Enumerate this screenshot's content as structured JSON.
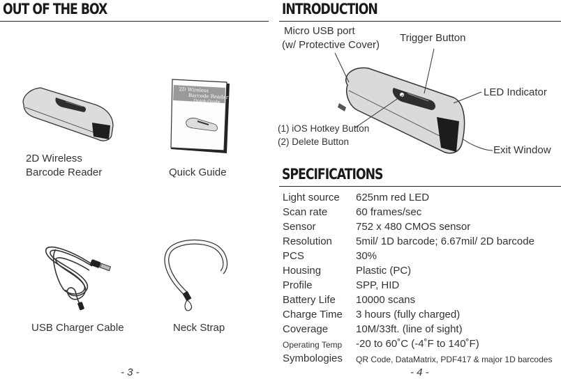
{
  "left": {
    "heading": "OUT OF THE BOX",
    "items": [
      {
        "label_line1": "2D Wireless",
        "label_line2": "Barcode Reader"
      },
      {
        "label": "Quick Guide"
      },
      {
        "label": "USB Charger Cable"
      },
      {
        "label": "Neck Strap"
      }
    ],
    "guide_cover_title_line1": "2D Wireless",
    "guide_cover_title_line2": "Barcode Reader",
    "guide_cover_subtitle": "Quick Guide",
    "page_number": "- 3 -"
  },
  "right": {
    "intro_heading": "INTRODUCTION",
    "callouts": {
      "usb_line1": "Micro USB port",
      "usb_line2": "(w/ Protective Cover)",
      "trigger": "Trigger Button",
      "led": "LED Indicator",
      "hotkey_line1": "(1) iOS Hotkey Button",
      "hotkey_line2": "(2) Delete Button",
      "exit_window": "Exit Window"
    },
    "spec_heading": "SPECIFICATIONS",
    "specs": [
      {
        "label": "Light source",
        "value": "625nm red LED"
      },
      {
        "label": "Scan rate",
        "value": "60 frames/sec"
      },
      {
        "label": "Sensor",
        "value": "752 x 480 CMOS sensor"
      },
      {
        "label": "Resolution",
        "value": "5mil/ 1D barcode; 6.67mil/ 2D barcode"
      },
      {
        "label": "PCS",
        "value": "30%"
      },
      {
        "label": "Housing",
        "value": "Plastic (PC)"
      },
      {
        "label": "Profile",
        "value": "SPP, HID"
      },
      {
        "label": "Battery Life",
        "value": "10000 scans"
      },
      {
        "label": "Charge Time",
        "value": "3 hours (fully charged)"
      },
      {
        "label": "Coverage",
        "value": "10M/33ft. (line of sight)"
      },
      {
        "label": "Operating Temp",
        "value": "-20 to 60˚C (-4˚F to 140˚F)"
      },
      {
        "label": "Symbologies",
        "value": "QR Code, DataMatrix, PDF417 & major 1D barcodes"
      }
    ],
    "page_number": "- 4 -"
  }
}
